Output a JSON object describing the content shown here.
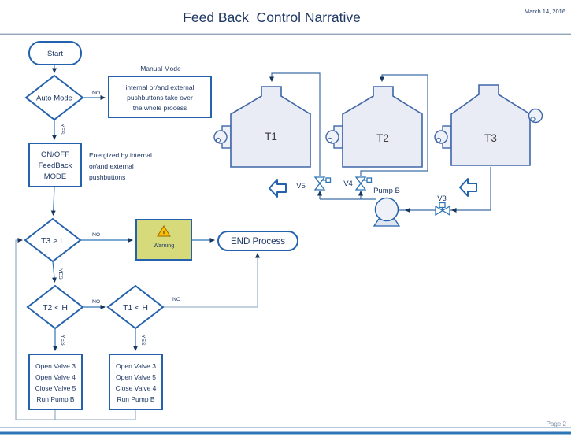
{
  "header": {
    "title": "Feed Back  Control Narrative",
    "date": "March 14, 2016"
  },
  "footer": {
    "page": "Page 2"
  },
  "flowchart": {
    "start": "Start",
    "auto_mode": "Auto Mode",
    "no": "NO",
    "yes": "YES",
    "manual_mode_label": "Manual Mode",
    "manual_mode_lines": [
      "internal or/and external",
      "pushbuttons  take over",
      "the whole process"
    ],
    "onoff_lines": [
      "ON/OFF",
      "FeedBack",
      "MODE"
    ],
    "energized_lines": [
      "Energized by internal",
      "or/and external",
      "pushbuttons"
    ],
    "t3_check": "T3 > L",
    "warning": "Warning",
    "warning_icon": "!",
    "end": "END Process",
    "t2_check": "T2 < H",
    "t1_check": "T1 < H",
    "left_actions": [
      "Open Valve 3",
      "Open Valve 4",
      "Close Valve 5",
      "Run Pump B"
    ],
    "right_actions": [
      "Open Valve 3",
      "Open Valve 5",
      "Close Valve 4",
      "Run Pump B"
    ]
  },
  "pid": {
    "tank1": "T1",
    "tank2": "T2",
    "tank3": "T3",
    "v5": "V5",
    "v4": "V4",
    "v3": "V3",
    "pump": "Pump B"
  },
  "colors": {
    "shape_border": "#2462ad",
    "text_navy": "#1f3864",
    "connector": "#2e75b6",
    "loop_line": "#8aa5c2",
    "warning_fill": "#d6da7a",
    "warning_triangle": "#ffc000",
    "tank_fill": "#e9ecf5",
    "bottom_bar": "#2e75b6",
    "page_text": "#7f93ad"
  }
}
